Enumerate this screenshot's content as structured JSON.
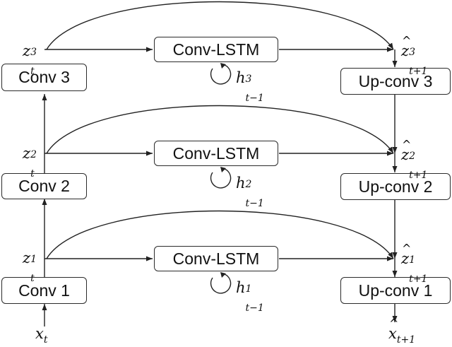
{
  "boxes": {
    "conv1": "Conv 1",
    "conv2": "Conv 2",
    "conv3": "Conv 3",
    "lstm1": "Conv-LSTM",
    "lstm2": "Conv-LSTM",
    "lstm3": "Conv-LSTM",
    "upconv1": "Up-conv 1",
    "upconv2": "Up-conv 2",
    "upconv3": "Up-conv 3"
  },
  "labels": {
    "x_input": {
      "base": "x",
      "sub": "t"
    },
    "x_output": {
      "base": "x",
      "sub": "t+1"
    },
    "z1": {
      "base": "z",
      "sup": "1",
      "sub": "t"
    },
    "z2": {
      "base": "z",
      "sup": "2",
      "sub": "t"
    },
    "z3": {
      "base": "z",
      "sup": "3",
      "sub": "t"
    },
    "zhat1": {
      "base": "z",
      "sup": "1",
      "sub": "t+1"
    },
    "zhat2": {
      "base": "z",
      "sup": "2",
      "sub": "t+1"
    },
    "zhat3": {
      "base": "z",
      "sup": "3",
      "sub": "t+1"
    },
    "h1": {
      "base": "h",
      "sup": "1",
      "sub": "t−1"
    },
    "h2": {
      "base": "h",
      "sup": "2",
      "sub": "t−1"
    },
    "h3": {
      "base": "h",
      "sup": "3",
      "sub": "t−1"
    }
  }
}
